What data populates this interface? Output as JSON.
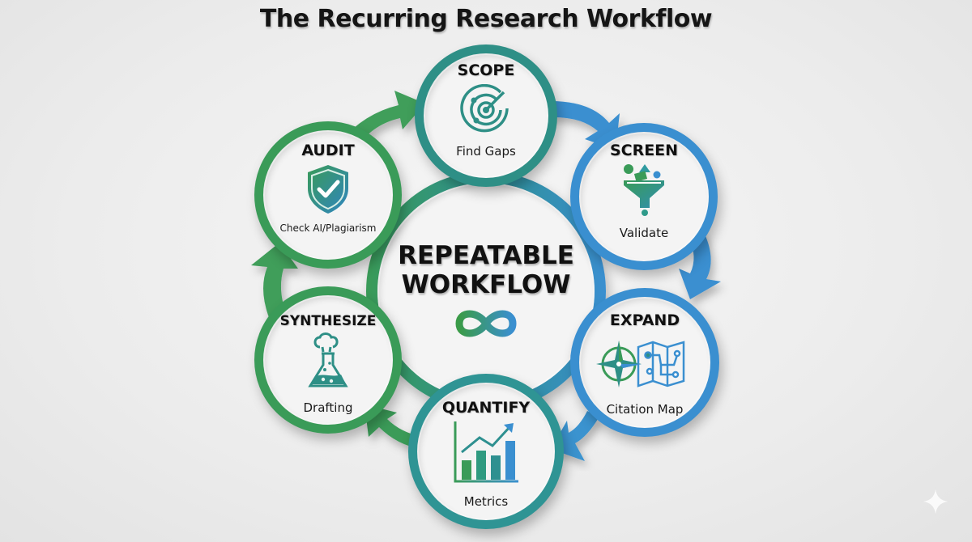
{
  "title": "The Recurring Research Workflow",
  "center": {
    "line1": "REPEATABLE",
    "line2": "WORKFLOW",
    "icon": "infinity-icon"
  },
  "stages": [
    {
      "id": "scope",
      "label": "SCOPE",
      "sub": "Find Gaps",
      "icon": "radar-target-icon",
      "color": "#2e8f86"
    },
    {
      "id": "screen",
      "label": "SCREEN",
      "sub": "Validate",
      "icon": "funnel-filter-icon",
      "color": "#3b8fd0"
    },
    {
      "id": "expand",
      "label": "EXPAND",
      "sub": "Citation Map",
      "icon": "compass-map-icon",
      "color": "#3a90cf"
    },
    {
      "id": "quantify",
      "label": "QUANTIFY",
      "sub": "Metrics",
      "icon": "bar-chart-trend-icon",
      "color": "#2f9494"
    },
    {
      "id": "synthesize",
      "label": "SYNTHESIZE",
      "sub": "Drafting",
      "icon": "flask-icon",
      "color": "#3a9b55"
    },
    {
      "id": "audit",
      "label": "AUDIT",
      "sub": "Check AI/Plagiarism",
      "icon": "shield-check-icon",
      "color": "#3a9b55"
    }
  ],
  "colors": {
    "green": "#3a9b55",
    "teal": "#2e9090",
    "blue": "#3a8fd0",
    "text": "#111111",
    "background": "#ececec"
  },
  "flow_direction": "clockwise",
  "watermark_icon": "sparkle-icon"
}
